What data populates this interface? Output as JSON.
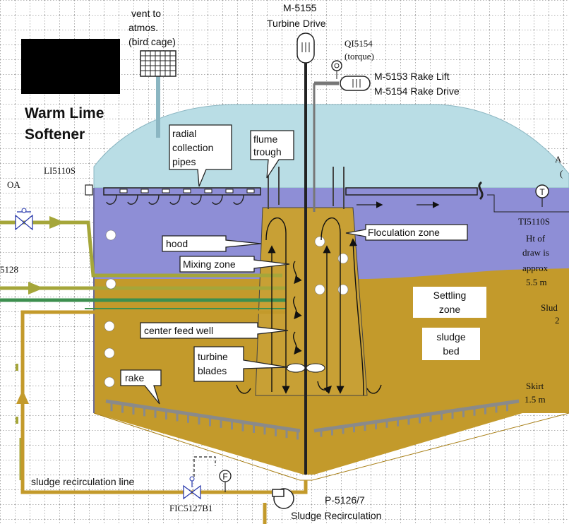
{
  "colors": {
    "background": "#ffffff",
    "dotted_grid": "#9a9a9a",
    "headspace": "#b9dde5",
    "water": "#8e8ed6",
    "sludge": "#c39a2b",
    "sludge_dark": "#b48b1f",
    "pipe_olive": "#a5a63a",
    "pipe_green": "#3d8f4f",
    "rake_gray": "#8a8a8a",
    "shaft": "#222222"
  },
  "title": {
    "line1": "Warm Lime",
    "line2": "Softener"
  },
  "vent": {
    "line1": "vent to",
    "line2": "atmos.",
    "line3": "(bird cage)"
  },
  "turbine_drive": {
    "tag": "M-5155",
    "name": "Turbine Drive"
  },
  "torque": {
    "tag": "QI5154",
    "note": "(torque)"
  },
  "rake_motors": {
    "lift": "M-5153 Rake Lift",
    "drive": "M-5154 Rake Drive"
  },
  "level_tag": "LI5110S",
  "temp_tag": "TI5110S",
  "right_edge": {
    "top_a": "A",
    "top_paren": "(",
    "ht1": "Ht of",
    "ht2": "draw is",
    "ht3": "approx",
    "ht4": "5.5 m",
    "slud1": "Slud",
    "slud2": "2",
    "skirt1": "Skirt",
    "skirt2": "1.5 m"
  },
  "left_edge": {
    "oa": "OA",
    "tag": "5128"
  },
  "callouts": {
    "radial1": "radial",
    "radial2": "collection",
    "radial3": "pipes",
    "flume1": "flume",
    "flume2": "trough",
    "flocculation": "Floculation zone",
    "hood": "hood",
    "mixing": "Mixing zone",
    "settling1": "Settling",
    "settling2": "zone",
    "sludge_bed1": "sludge",
    "sludge_bed2": "bed",
    "center_feed": "center feed well",
    "turbine1": "turbine",
    "turbine2": "blades",
    "rake": "rake"
  },
  "recirc_line": "sludge recirculation line",
  "fic_tag": "FIC5127B1",
  "flow_symbol": "F",
  "pump": {
    "tag": "P-5126/7",
    "name": "Sludge Recirculation"
  }
}
